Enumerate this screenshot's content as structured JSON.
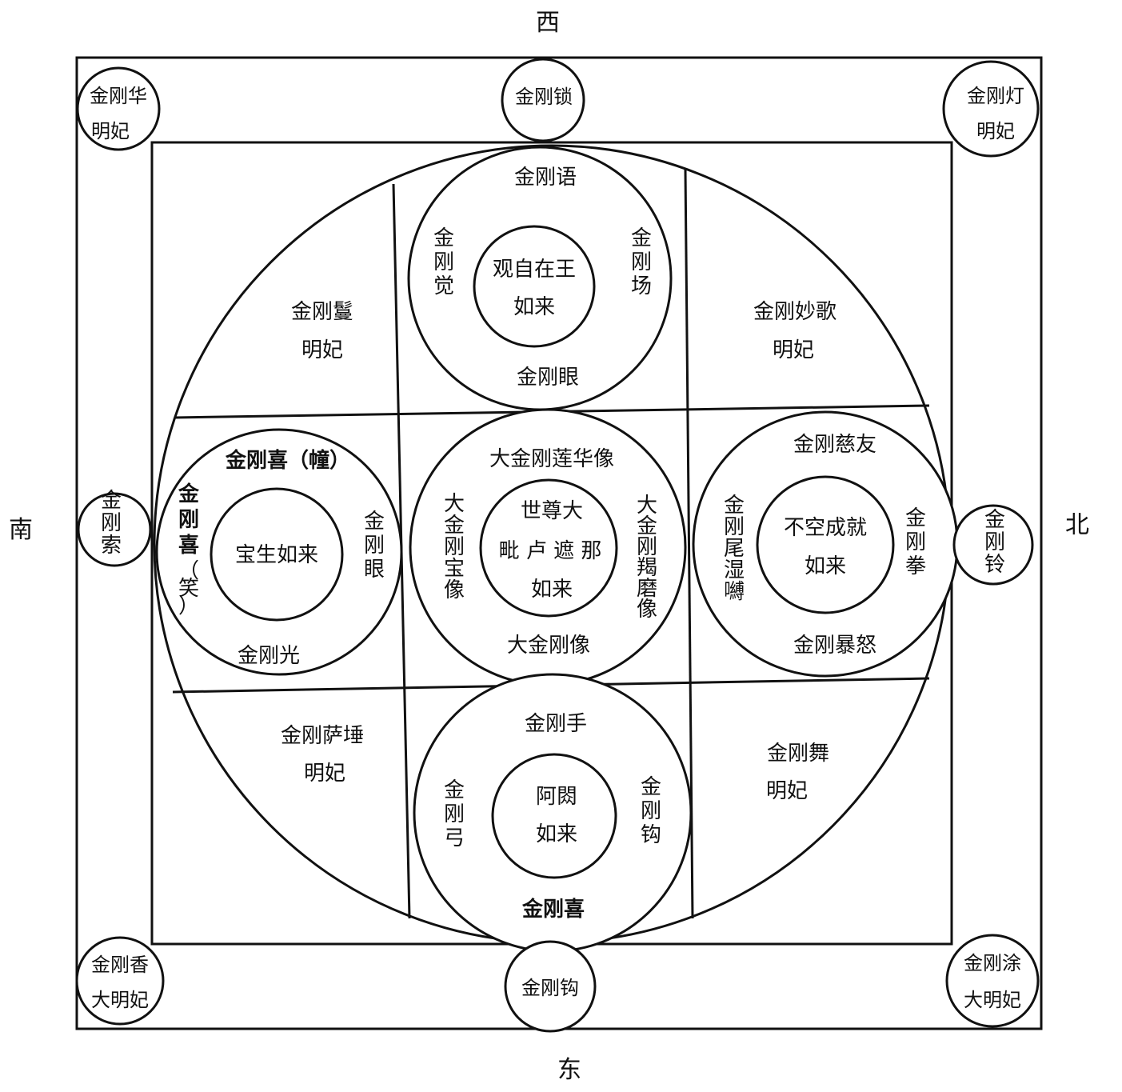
{
  "directions": {
    "west": "西",
    "east": "东",
    "south": "南",
    "north": "北"
  },
  "outer_ring": {
    "top_left": [
      "金刚华",
      "明妃"
    ],
    "top": "金刚锁",
    "top_right": [
      "金刚灯",
      "明妃"
    ],
    "left": "金刚索",
    "right": "金刚铃",
    "bottom_left": [
      "金刚香",
      "大明妃"
    ],
    "bottom": "金刚钩",
    "bottom_right": [
      "金刚涂",
      "大明妃"
    ]
  },
  "corners": {
    "top_left": [
      "金刚鬘",
      "明妃"
    ],
    "top_right": [
      "金刚妙歌",
      "明妃"
    ],
    "bottom_left": [
      "金刚萨埵",
      "明妃"
    ],
    "bottom_right": [
      "金刚舞",
      "明妃"
    ]
  },
  "west_circle": {
    "center": [
      "观自在王",
      "如来"
    ],
    "top": "金刚语",
    "bottom": "金刚眼",
    "left": "金刚觉",
    "right": "金刚场"
  },
  "south_circle": {
    "center": "宝生如来",
    "top": "金刚喜（幢）",
    "bottom": "金刚光",
    "left": "金刚喜",
    "left_paren": "（笑）",
    "right": "金刚眼"
  },
  "center_circle": {
    "center": [
      "世尊大",
      "毗 卢 遮 那",
      "如来"
    ],
    "top": "大金刚莲华像",
    "bottom": "大金刚像",
    "left": "大金刚宝像",
    "right": "大金刚羯磨像"
  },
  "north_circle": {
    "center": [
      "不空成就",
      "如来"
    ],
    "top": "金刚慈友",
    "bottom": "金刚暴怒",
    "left": "金刚尾湿嚩",
    "right": "金刚拳"
  },
  "east_circle": {
    "center": [
      "阿閦",
      "如来"
    ],
    "top": "金刚手",
    "bottom": "金刚喜",
    "left": "金刚弓",
    "right": "金刚钩"
  }
}
